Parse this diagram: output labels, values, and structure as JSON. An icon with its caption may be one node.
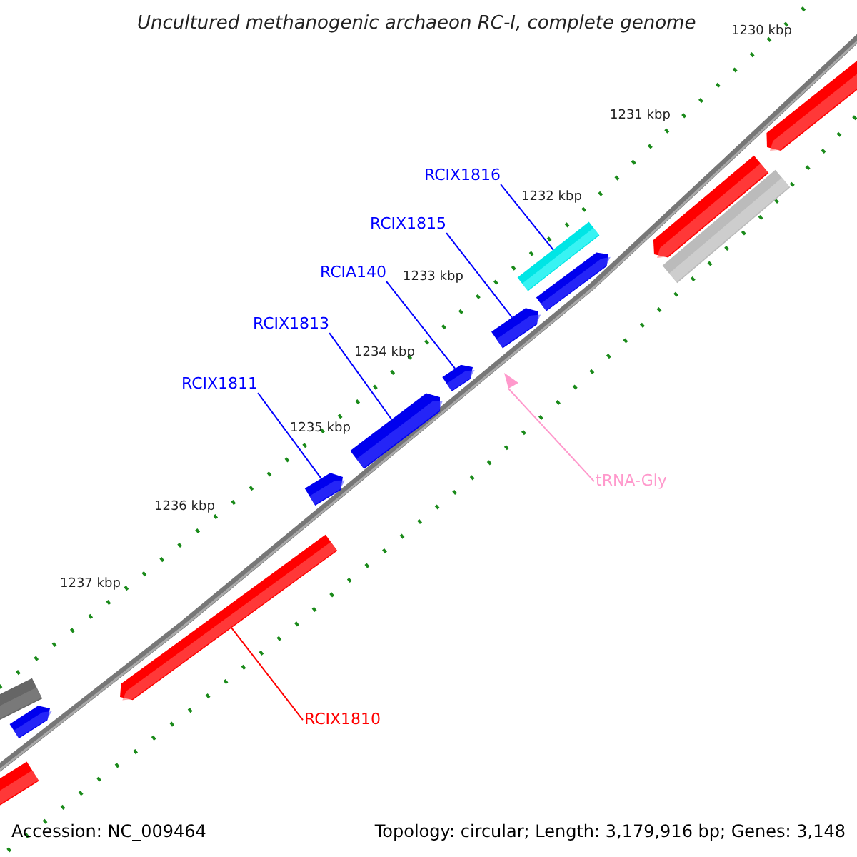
{
  "diagram": {
    "title": "Uncultured methanogenic archaeon RC-I, complete genome",
    "nodes": [
      {
        "text": [
          "RCIX1816"
        ]
      },
      {
        "text": [],
        "shape": "bar"
      },
      {
        "text": [
          "RCIX1815"
        ]
      },
      {
        "text": [],
        "shape": "bar"
      },
      {
        "text": [
          "RCIA140"
        ]
      },
      {
        "text": [],
        "shape": "bar"
      },
      {
        "text": [
          "RCIX1813"
        ]
      },
      {
        "text": [],
        "shape": "bar"
      },
      {
        "text": [
          "RCIX1811"
        ]
      },
      {
        "text": [],
        "shape": "bar"
      },
      {
        "text": [
          "tRNA-Gly"
        ]
      },
      {
        "text": [],
        "shape": "triangle"
      },
      {
        "text": [
          "RCIX1810"
        ]
      },
      {
        "text": [],
        "shape": "bar"
      },
      {
        "text": [],
        "shape": "bar"
      },
      {
        "text": [],
        "shape": "bar"
      },
      {
        "text": [],
        "shape": "bar"
      },
      {
        "text": [],
        "shape": "bar"
      },
      {
        "text": [],
        "shape": "bar"
      },
      {
        "text": [],
        "shape": "bar"
      },
      {
        "text": [],
        "shape": "bar"
      }
    ],
    "edges": [
      {
        "from": 0,
        "to": 1,
        "arrow": "none"
      },
      {
        "from": 2,
        "to": 3,
        "arrow": "none"
      },
      {
        "from": 4,
        "to": 5,
        "arrow": "none"
      },
      {
        "from": 6,
        "to": 7,
        "arrow": "none"
      },
      {
        "from": 8,
        "to": 9,
        "arrow": "none"
      },
      {
        "from": 10,
        "to": 11,
        "arrow": "none",
        "color": "#ff99cc"
      },
      {
        "from": 12,
        "to": 13,
        "arrow": "none",
        "color": "#ff0000"
      }
    ],
    "labels": [
      "1230 kbp",
      "1231 kbp",
      "1232 kbp",
      "1233 kbp",
      "1234 kbp",
      "1235 kbp",
      "1236 kbp",
      "1237 kbp",
      "Accession: NC_009464",
      "Topology: circular; Length: 3,179,916 bp; Genes: 3,148"
    ]
  }
}
